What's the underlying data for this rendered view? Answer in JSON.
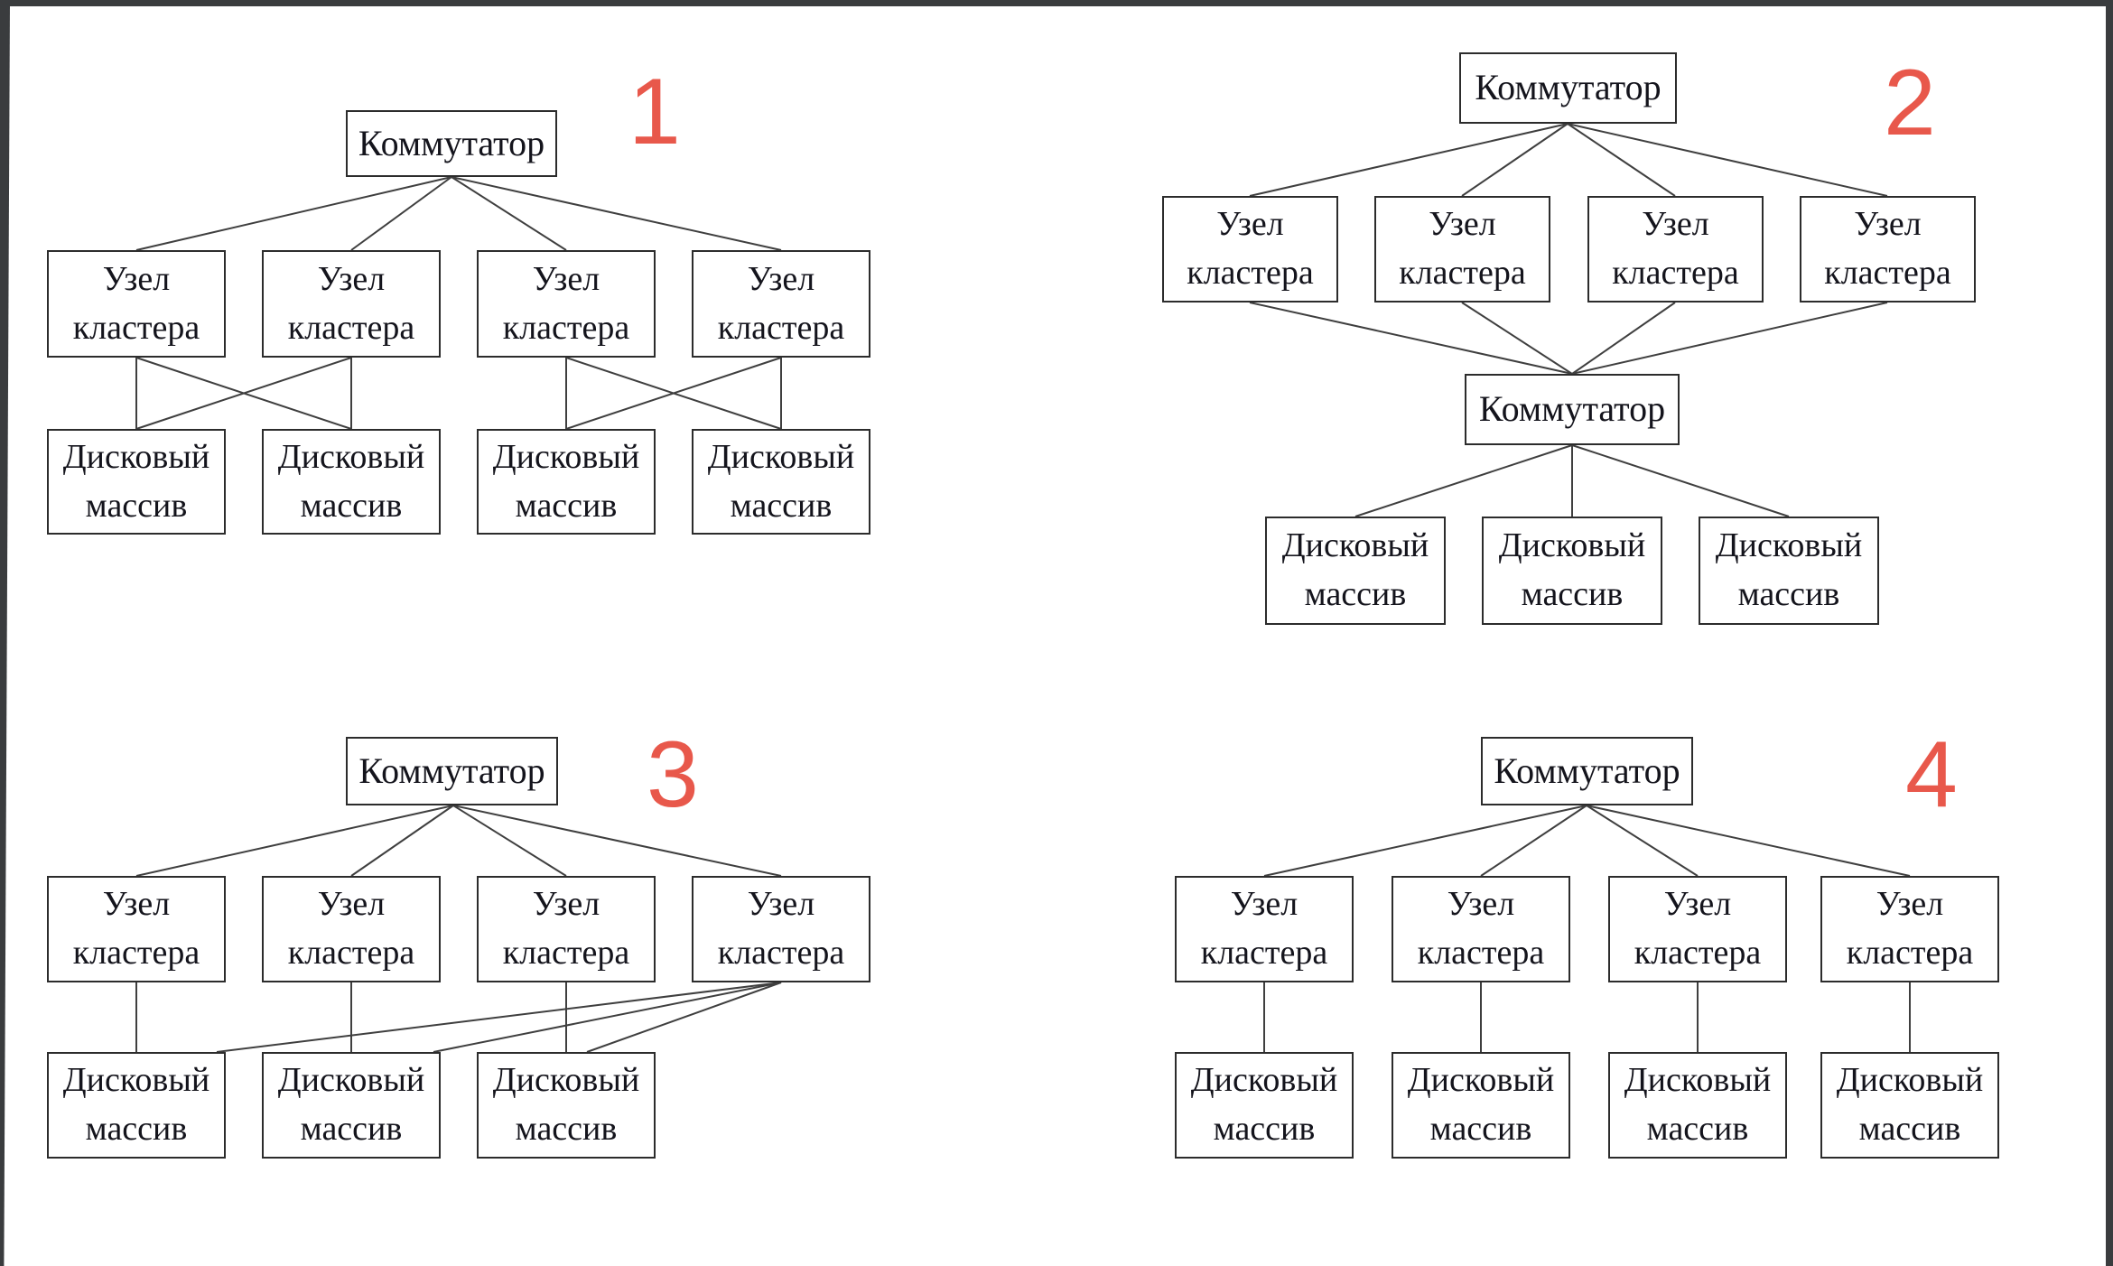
{
  "figure": {
    "box_labels": {
      "switch": "Коммутатор",
      "node_lines": [
        "Узел",
        "кластера"
      ],
      "disk_lines": [
        "Дисковый",
        "массив"
      ]
    },
    "accent_color": "#E8584B",
    "diagrams": [
      {
        "number": "1",
        "switches": 1,
        "cluster_nodes": 4,
        "disk_arrays": 4,
        "edges": [
          "switch-node1",
          "switch-node2",
          "switch-node3",
          "switch-node4",
          "node1-disk1",
          "node1-disk2",
          "node2-disk1",
          "node2-disk2",
          "node3-disk3",
          "node3-disk4",
          "node4-disk3",
          "node4-disk4"
        ]
      },
      {
        "number": "2",
        "switches": 2,
        "cluster_nodes": 4,
        "disk_arrays": 3,
        "edges": [
          "switch1-node1",
          "switch1-node2",
          "switch1-node3",
          "switch1-node4",
          "node1-switch2",
          "node2-switch2",
          "node3-switch2",
          "node4-switch2",
          "switch2-disk1",
          "switch2-disk2",
          "switch2-disk3"
        ]
      },
      {
        "number": "3",
        "switches": 1,
        "cluster_nodes": 4,
        "disk_arrays": 3,
        "edges": [
          "switch-node1",
          "switch-node2",
          "switch-node3",
          "switch-node4",
          "node1-disk1",
          "node2-disk2",
          "node3-disk3",
          "node4-disk1",
          "node4-disk2",
          "node4-disk3"
        ]
      },
      {
        "number": "4",
        "switches": 1,
        "cluster_nodes": 4,
        "disk_arrays": 4,
        "edges": [
          "switch-node1",
          "switch-node2",
          "switch-node3",
          "switch-node4",
          "node1-disk1",
          "node2-disk2",
          "node3-disk3",
          "node4-disk4"
        ]
      }
    ]
  }
}
